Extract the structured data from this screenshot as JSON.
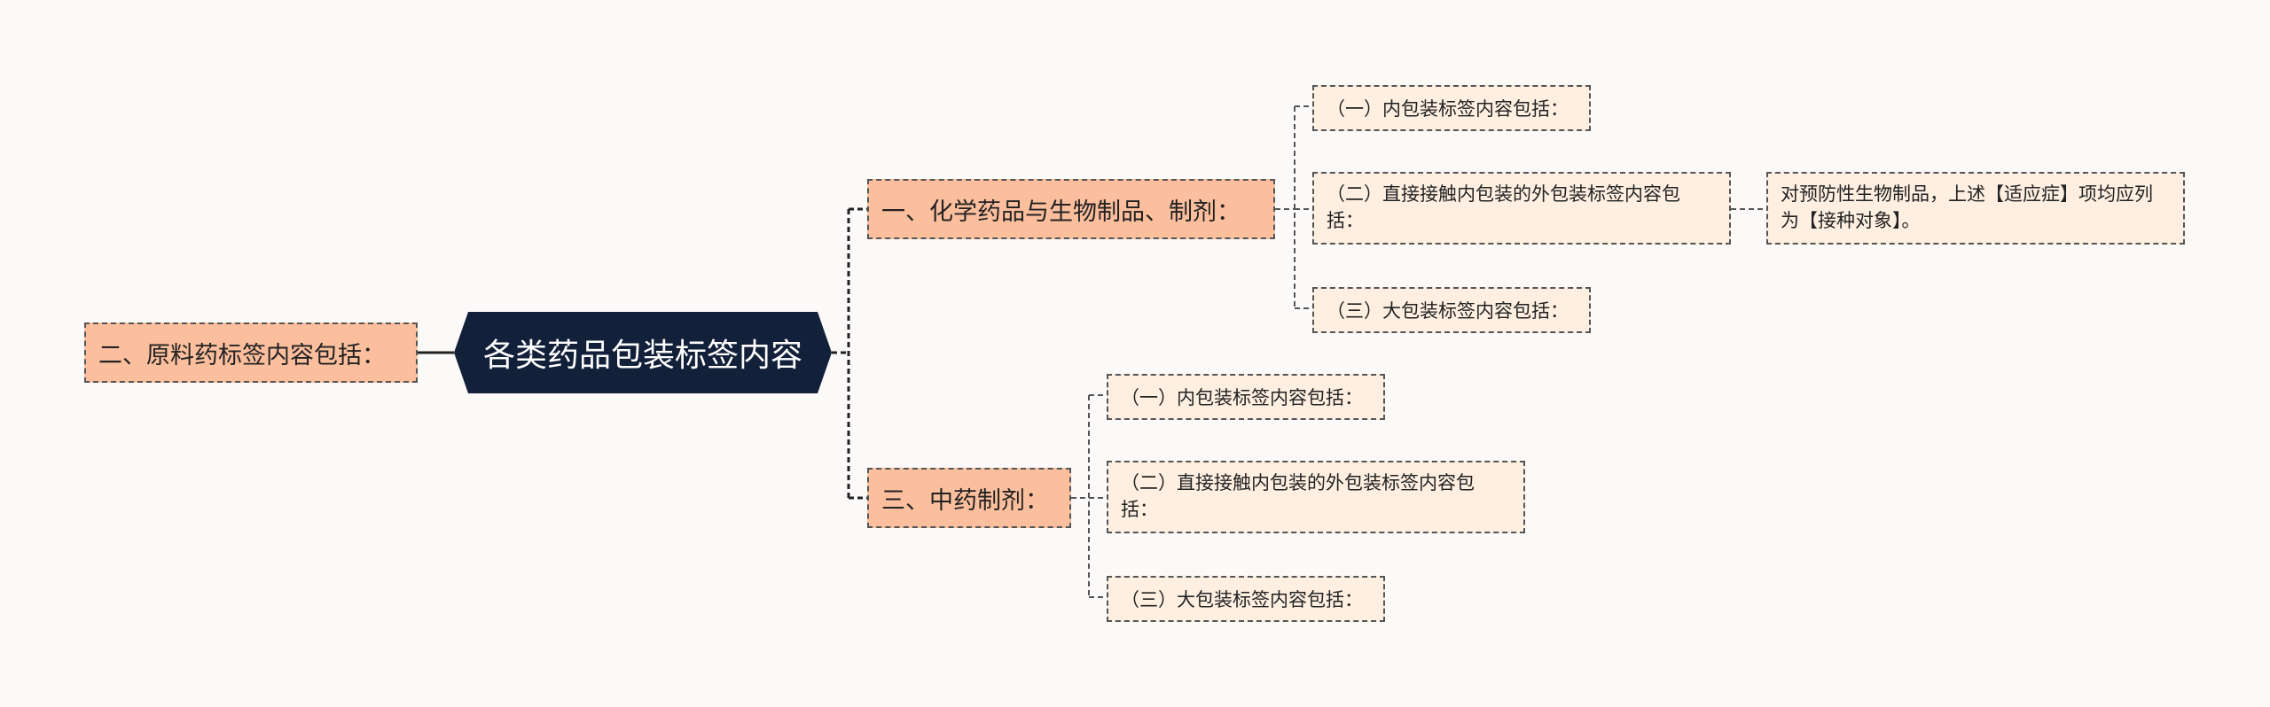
{
  "root": {
    "label": "各类药品包装标签内容"
  },
  "left": {
    "label": "二、原料药标签内容包括："
  },
  "branches": [
    {
      "label": "一、化学药品与生物制品、制剂：",
      "children": [
        {
          "label": "（一）内包装标签内容包括："
        },
        {
          "label": "（二）直接接触内包装的外包装标签内容包括：",
          "note": "对预防性生物制品，上述【适应症】项均应列为【接种对象】。"
        },
        {
          "label": "（三）大包装标签内容包括："
        }
      ]
    },
    {
      "label": "三、中药制剂：",
      "children": [
        {
          "label": "（一）内包装标签内容包括："
        },
        {
          "label": "（二）直接接触内包装的外包装标签内容包括："
        },
        {
          "label": "（三）大包装标签内容包括："
        }
      ]
    }
  ],
  "colors": {
    "root_fill": "#13203a",
    "level1_fill": "#fcbf9e",
    "level2_fill": "#feefe1",
    "line": "#333333",
    "background": "#fcf9f9"
  }
}
